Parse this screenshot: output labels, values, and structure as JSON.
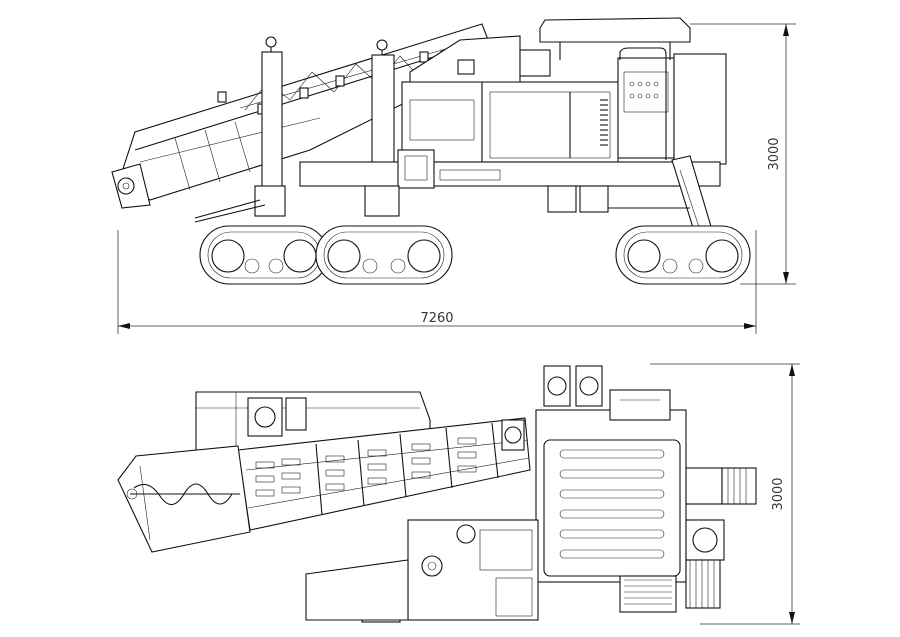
{
  "drawing": {
    "side_view": {
      "width_label": "7260",
      "height_label": "3000"
    },
    "top_view": {
      "height_label": "3000"
    }
  }
}
